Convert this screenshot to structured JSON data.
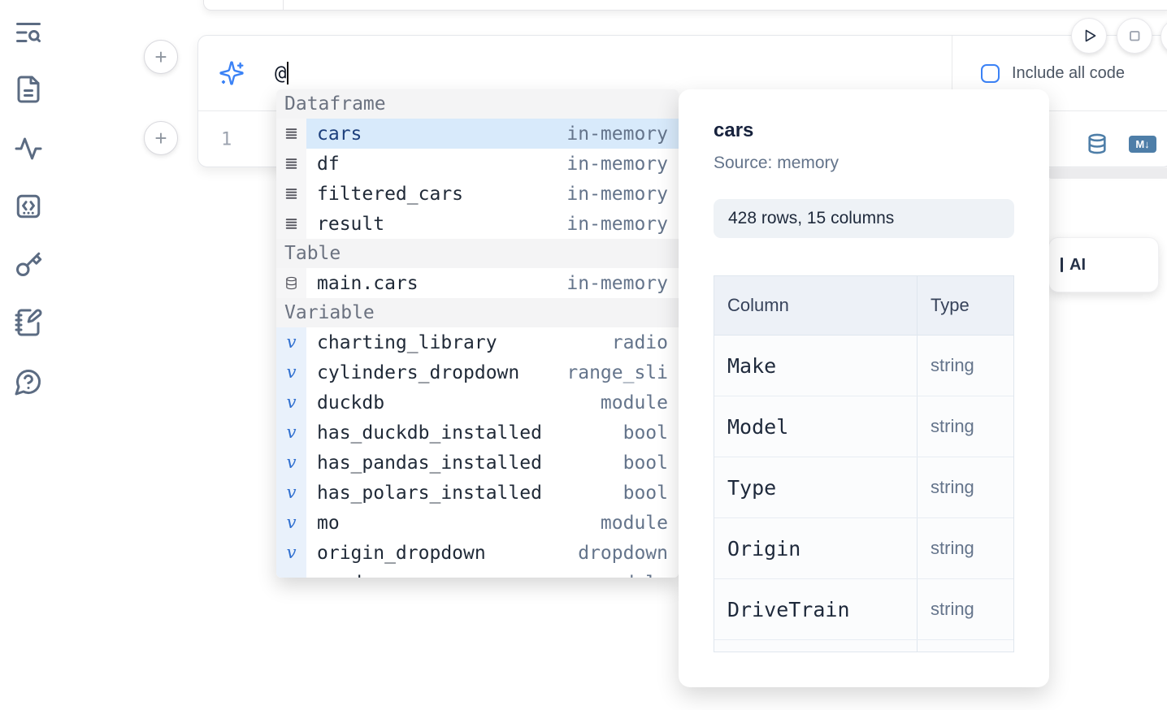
{
  "colors": {
    "accent_blue": "#3b82f6",
    "steel_blue": "#4e7ea8",
    "selection_bg": "#d8eafb",
    "selected_text": "#1c3f7c",
    "sidebar_icon": "#5b6b82"
  },
  "sidebar": {
    "icons": [
      "list-search",
      "file-text",
      "activity",
      "code-snippets",
      "key",
      "notebook-pen",
      "help-circle"
    ]
  },
  "controls": {
    "add_cell_label": "+"
  },
  "prompt": {
    "value": "@",
    "include_all_code_label": "Include all code"
  },
  "cell": {
    "line_number": "1",
    "markdown_badge": "M↓"
  },
  "ai_button": {
    "label": "AI"
  },
  "completion": {
    "sections": [
      {
        "label": "Dataframe",
        "icon": "rows",
        "items": [
          {
            "name": "cars",
            "type": "in-memory",
            "selected": true
          },
          {
            "name": "df",
            "type": "in-memory"
          },
          {
            "name": "filtered_cars",
            "type": "in-memory"
          },
          {
            "name": "result",
            "type": "in-memory"
          }
        ]
      },
      {
        "label": "Table",
        "icon": "database",
        "items": [
          {
            "name": "main.cars",
            "type": "in-memory"
          }
        ]
      },
      {
        "label": "Variable",
        "icon": "variable",
        "items": [
          {
            "name": "charting_library",
            "type": "radio"
          },
          {
            "name": "cylinders_dropdown",
            "type": "range_sli"
          },
          {
            "name": "duckdb",
            "type": "module"
          },
          {
            "name": "has_duckdb_installed",
            "type": "bool"
          },
          {
            "name": "has_pandas_installed",
            "type": "bool"
          },
          {
            "name": "has_polars_installed",
            "type": "bool"
          },
          {
            "name": "mo",
            "type": "module"
          },
          {
            "name": "origin_dropdown",
            "type": "dropdown"
          },
          {
            "name": "pandas",
            "type": "module",
            "clipped": true
          }
        ]
      }
    ]
  },
  "preview": {
    "title": "cars",
    "source": "Source: memory",
    "shape_badge": "428 rows, 15 columns",
    "table": {
      "headers": [
        "Column",
        "Type"
      ],
      "rows": [
        [
          "Make",
          "string"
        ],
        [
          "Model",
          "string"
        ],
        [
          "Type",
          "string"
        ],
        [
          "Origin",
          "string"
        ],
        [
          "DriveTrain",
          "string"
        ]
      ]
    }
  }
}
